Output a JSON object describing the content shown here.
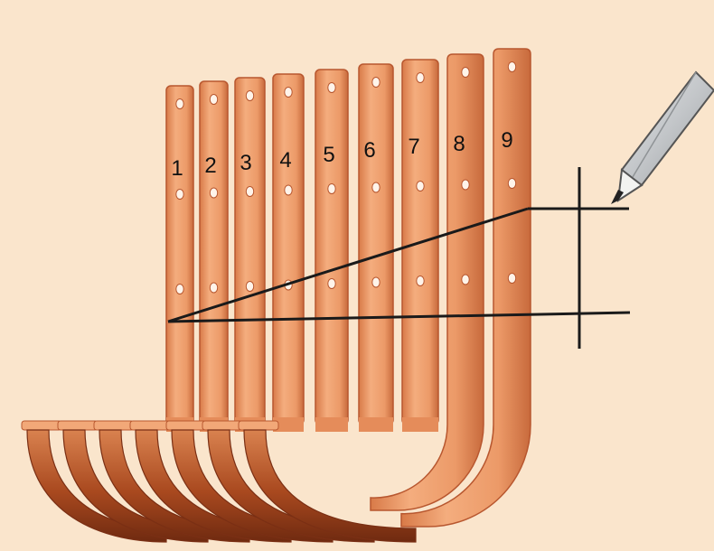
{
  "diagram": {
    "colors": {
      "background": "#fae5cc",
      "copper_light": "#f2a878",
      "copper_mid": "#e58c5a",
      "copper_dark": "#b8572f",
      "copper_deep": "#7a2f14",
      "line": "#1a1a1a",
      "pencil_body": "#c9cccf",
      "pencil_shadow": "#8f9396"
    },
    "brackets": [
      {
        "label": "1"
      },
      {
        "label": "2"
      },
      {
        "label": "3"
      },
      {
        "label": "4"
      },
      {
        "label": "5"
      },
      {
        "label": "6"
      },
      {
        "label": "7"
      },
      {
        "label": "8"
      },
      {
        "label": "9"
      }
    ]
  }
}
